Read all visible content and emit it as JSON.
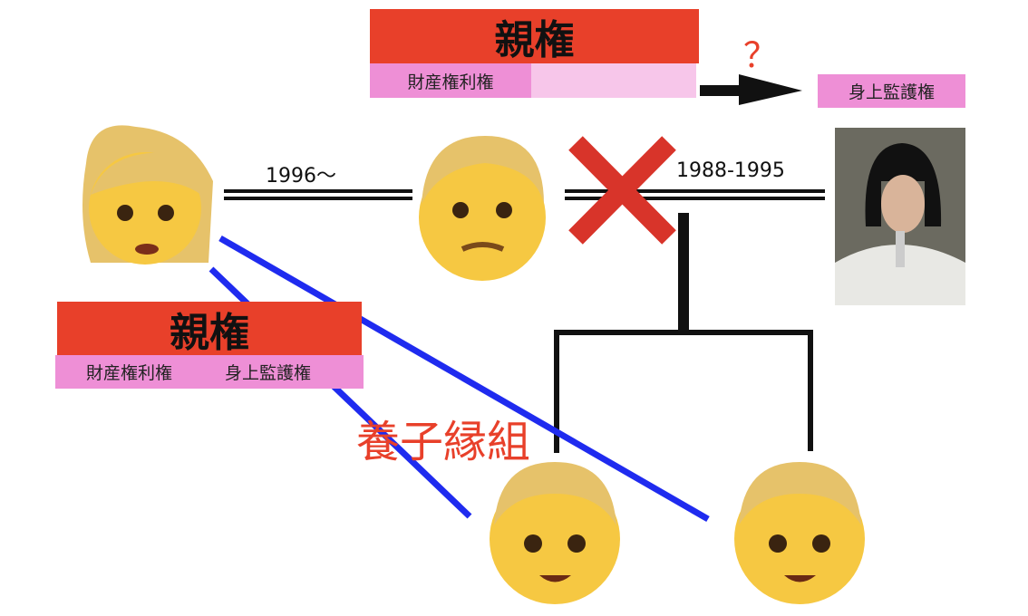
{
  "top_block": {
    "title": "親権",
    "left_label": "財産権利権",
    "question_mark": "？",
    "target_label": "身上監護権"
  },
  "bottom_block": {
    "title": "親権",
    "left_label": "財産権利権",
    "right_label": "身上監護権"
  },
  "marriage_current": "1996〜",
  "marriage_past": "1988-1995",
  "adoption_label": "養子縁組",
  "colors": {
    "red": "#e8402a",
    "pink": "#ee8fd6",
    "light_pink": "#f7c6ea",
    "blue": "#1f2bef",
    "cross": "#d8342a"
  }
}
